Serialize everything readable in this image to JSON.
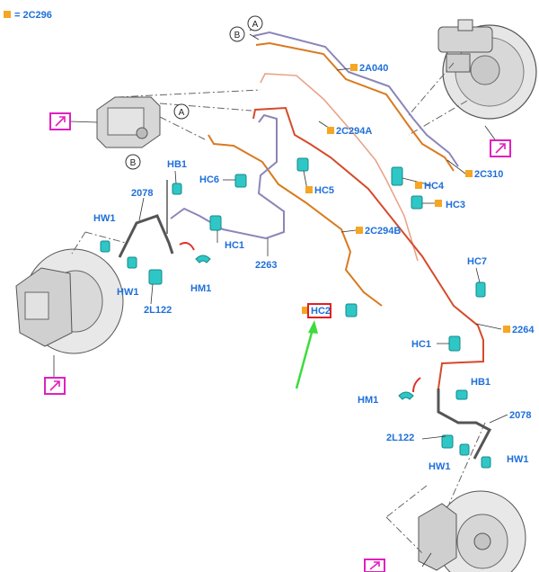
{
  "legend": {
    "text": "= 2C296",
    "color": "#f5a623"
  },
  "colors": {
    "label": "#1e6fd9",
    "orange_square": "#f5a623",
    "pipe_orange": "#d97a1f",
    "pipe_red": "#d64a2a",
    "pipe_purple": "#8a86b8",
    "pipe_salmon": "#e8a48a",
    "clip": "#2fc6c6",
    "link_box": "#e020c0",
    "arrow": "#3ddc3d",
    "red_arrow": "#e0302a"
  },
  "parts": {
    "p2A040": "2A040",
    "p2C294A": "2C294A",
    "p2C310": "2C310",
    "p2C294B": "2C294B",
    "p2264": "2264",
    "p2263": "2263",
    "p2078_left": "2078",
    "p2078_right": "2078",
    "p2L122_left": "2L122",
    "p2L122_right": "2L122",
    "HB1_left": "HB1",
    "HB1_right": "HB1",
    "HW1_left_top": "HW1",
    "HW1_left_bottom": "HW1",
    "HW1_right_left": "HW1",
    "HW1_right_right": "HW1",
    "HM1_left": "HM1",
    "HM1_right": "HM1",
    "HC1_left": "HC1",
    "HC1_right": "HC1",
    "HC2": "HC2",
    "HC3": "HC3",
    "HC4": "HC4",
    "HC5": "HC5",
    "HC6": "HC6",
    "HC7": "HC7"
  },
  "callouts": {
    "A_top": "A",
    "B_top": "B",
    "A_abs": "A",
    "B_abs": "B"
  }
}
